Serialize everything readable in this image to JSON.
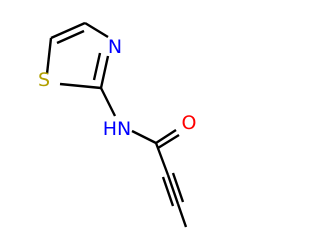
{
  "molecule": {
    "atoms": {
      "sulfur": {
        "symbol": "S",
        "color": "#b2a000"
      },
      "ring_nitrogen": {
        "symbol": "N",
        "color": "#0000ff"
      },
      "amide_nitrogen": {
        "symbol": "HN",
        "color": "#0000ff"
      },
      "carbonyl_oxygen": {
        "symbol": "O",
        "color": "#ff0000"
      }
    },
    "bond_color": "#000000"
  }
}
